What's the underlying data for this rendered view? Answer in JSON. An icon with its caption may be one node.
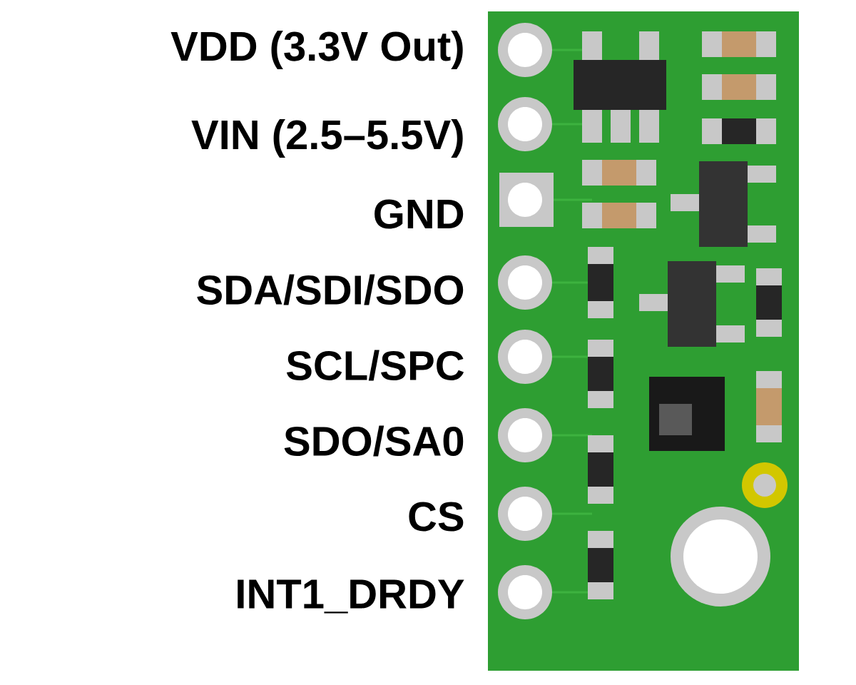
{
  "diagram": {
    "labels": [
      "VDD (3.3V Out)",
      "VIN (2.5–5.5V)",
      "GND",
      "SDA/SDI/SDO",
      "SCL/SPC",
      "SDO/SA0",
      "CS",
      "INT1_DRDY"
    ]
  }
}
